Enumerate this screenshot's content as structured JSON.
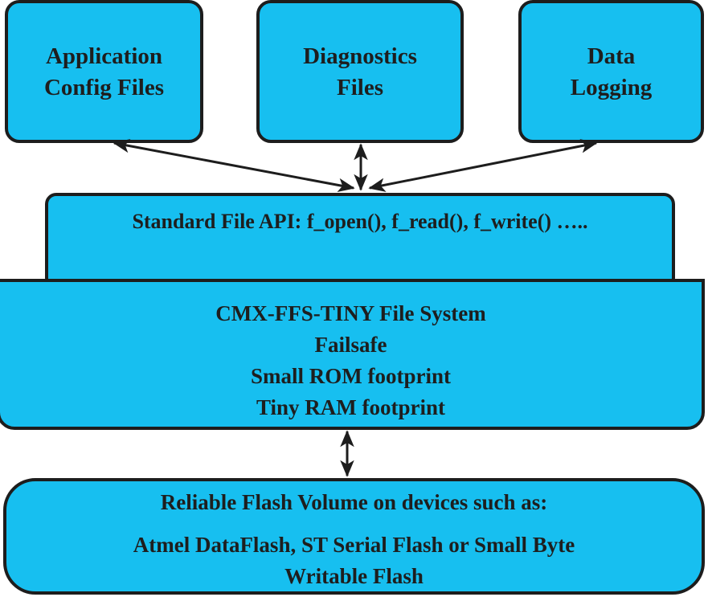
{
  "diagram": {
    "top_boxes": [
      {
        "id": "app-config",
        "lines": [
          "Application",
          "Config Files"
        ]
      },
      {
        "id": "diagnostics",
        "lines": [
          "Diagnostics",
          "Files"
        ]
      },
      {
        "id": "data-logging",
        "lines": [
          "Data",
          "Logging"
        ]
      }
    ],
    "api_box": {
      "text": "Standard File API: f_open(), f_read(), f_write() ….."
    },
    "fs_box": {
      "lines": [
        "CMX-FFS-TINY File System",
        "Failsafe",
        "Small ROM footprint",
        "Tiny RAM footprint"
      ]
    },
    "flash_box": {
      "heading": "Reliable Flash Volume on devices such as:",
      "lines": [
        "Atmel DataFlash, ST Serial Flash or Small Byte",
        "Writable Flash"
      ]
    },
    "connections": [
      {
        "from": "app-config",
        "to": "api_box",
        "type": "bidirectional"
      },
      {
        "from": "diagnostics",
        "to": "api_box",
        "type": "bidirectional"
      },
      {
        "from": "data-logging",
        "to": "api_box",
        "type": "bidirectional"
      },
      {
        "from": "fs_box",
        "to": "flash_box",
        "type": "bidirectional"
      }
    ],
    "colors": {
      "box_fill": "#17bff0",
      "stroke": "#1d1d1d",
      "text": "#1e1e1e",
      "background": "#ffffff"
    }
  }
}
